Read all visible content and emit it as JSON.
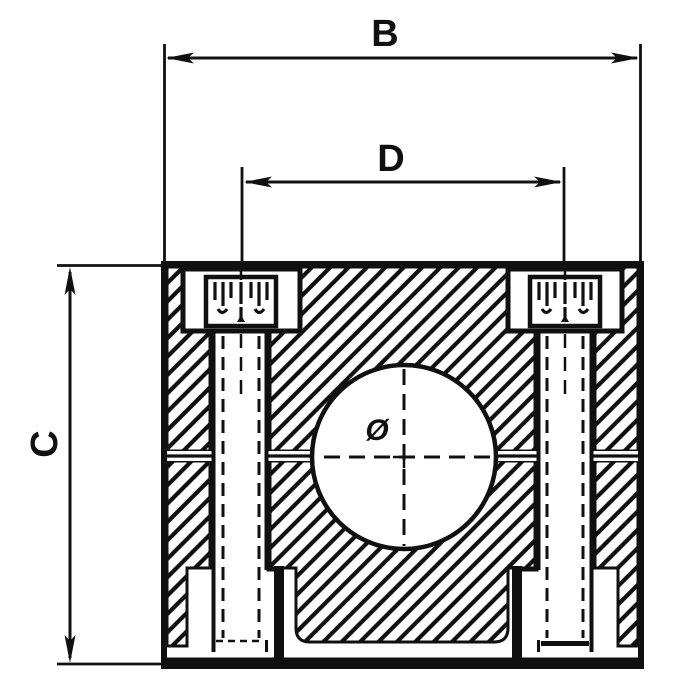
{
  "dimension_labels": {
    "overall_width": "B",
    "bolt_center_distance": "D",
    "overall_height": "C"
  },
  "bore_symbol": "Ø",
  "colors": {
    "line": "#101010",
    "background": "#ffffff"
  }
}
